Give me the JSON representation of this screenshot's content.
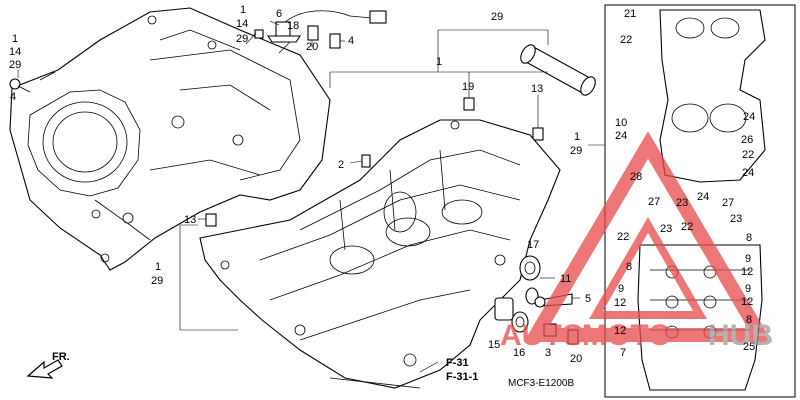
{
  "callouts": {
    "c1a": "1",
    "c14a": "14",
    "c29a": "29",
    "c4": "4",
    "c1b": "1",
    "c14b": "14",
    "c29b": "29",
    "c6": "6",
    "c18": "18",
    "c20a": "20",
    "c4b": "4",
    "c29top": "29",
    "c1top": "1",
    "c19": "19",
    "c13a": "13",
    "c2": "2",
    "c13b": "13",
    "c1c": "1",
    "c29c": "29",
    "c17": "17",
    "c11": "11",
    "c5": "5",
    "c15": "15",
    "c16": "16",
    "c3": "3",
    "c20b": "20",
    "c21": "21",
    "c22a": "22",
    "c10": "10",
    "c24a": "24",
    "c24b": "24",
    "c26": "26",
    "c1d": "1",
    "c29d": "29",
    "c22b": "22",
    "c24c": "24",
    "c28": "28",
    "c27a": "27",
    "c24d": "24",
    "c27b": "27",
    "c23a": "23",
    "c22c": "22",
    "c22d": "22",
    "c23b": "23",
    "c23c": "23",
    "c8a": "8",
    "c8b": "8",
    "c9a": "9",
    "c12a": "12",
    "c9b": "9",
    "c9c": "9",
    "c12b": "12",
    "c12c": "12",
    "c12d": "12",
    "c8c": "8",
    "c7": "7",
    "c25": "25"
  },
  "refs": {
    "f31": "F-31",
    "f311": "F-31-1"
  },
  "direction": "FR.",
  "diagram_code": "MCF3-E1200B",
  "watermark": {
    "text_a": "AUTO",
    "text_b": "MOTO",
    "text_c": "HUB",
    "color_red": "#e84a4a",
    "color_gray": "#9a9a9a"
  }
}
